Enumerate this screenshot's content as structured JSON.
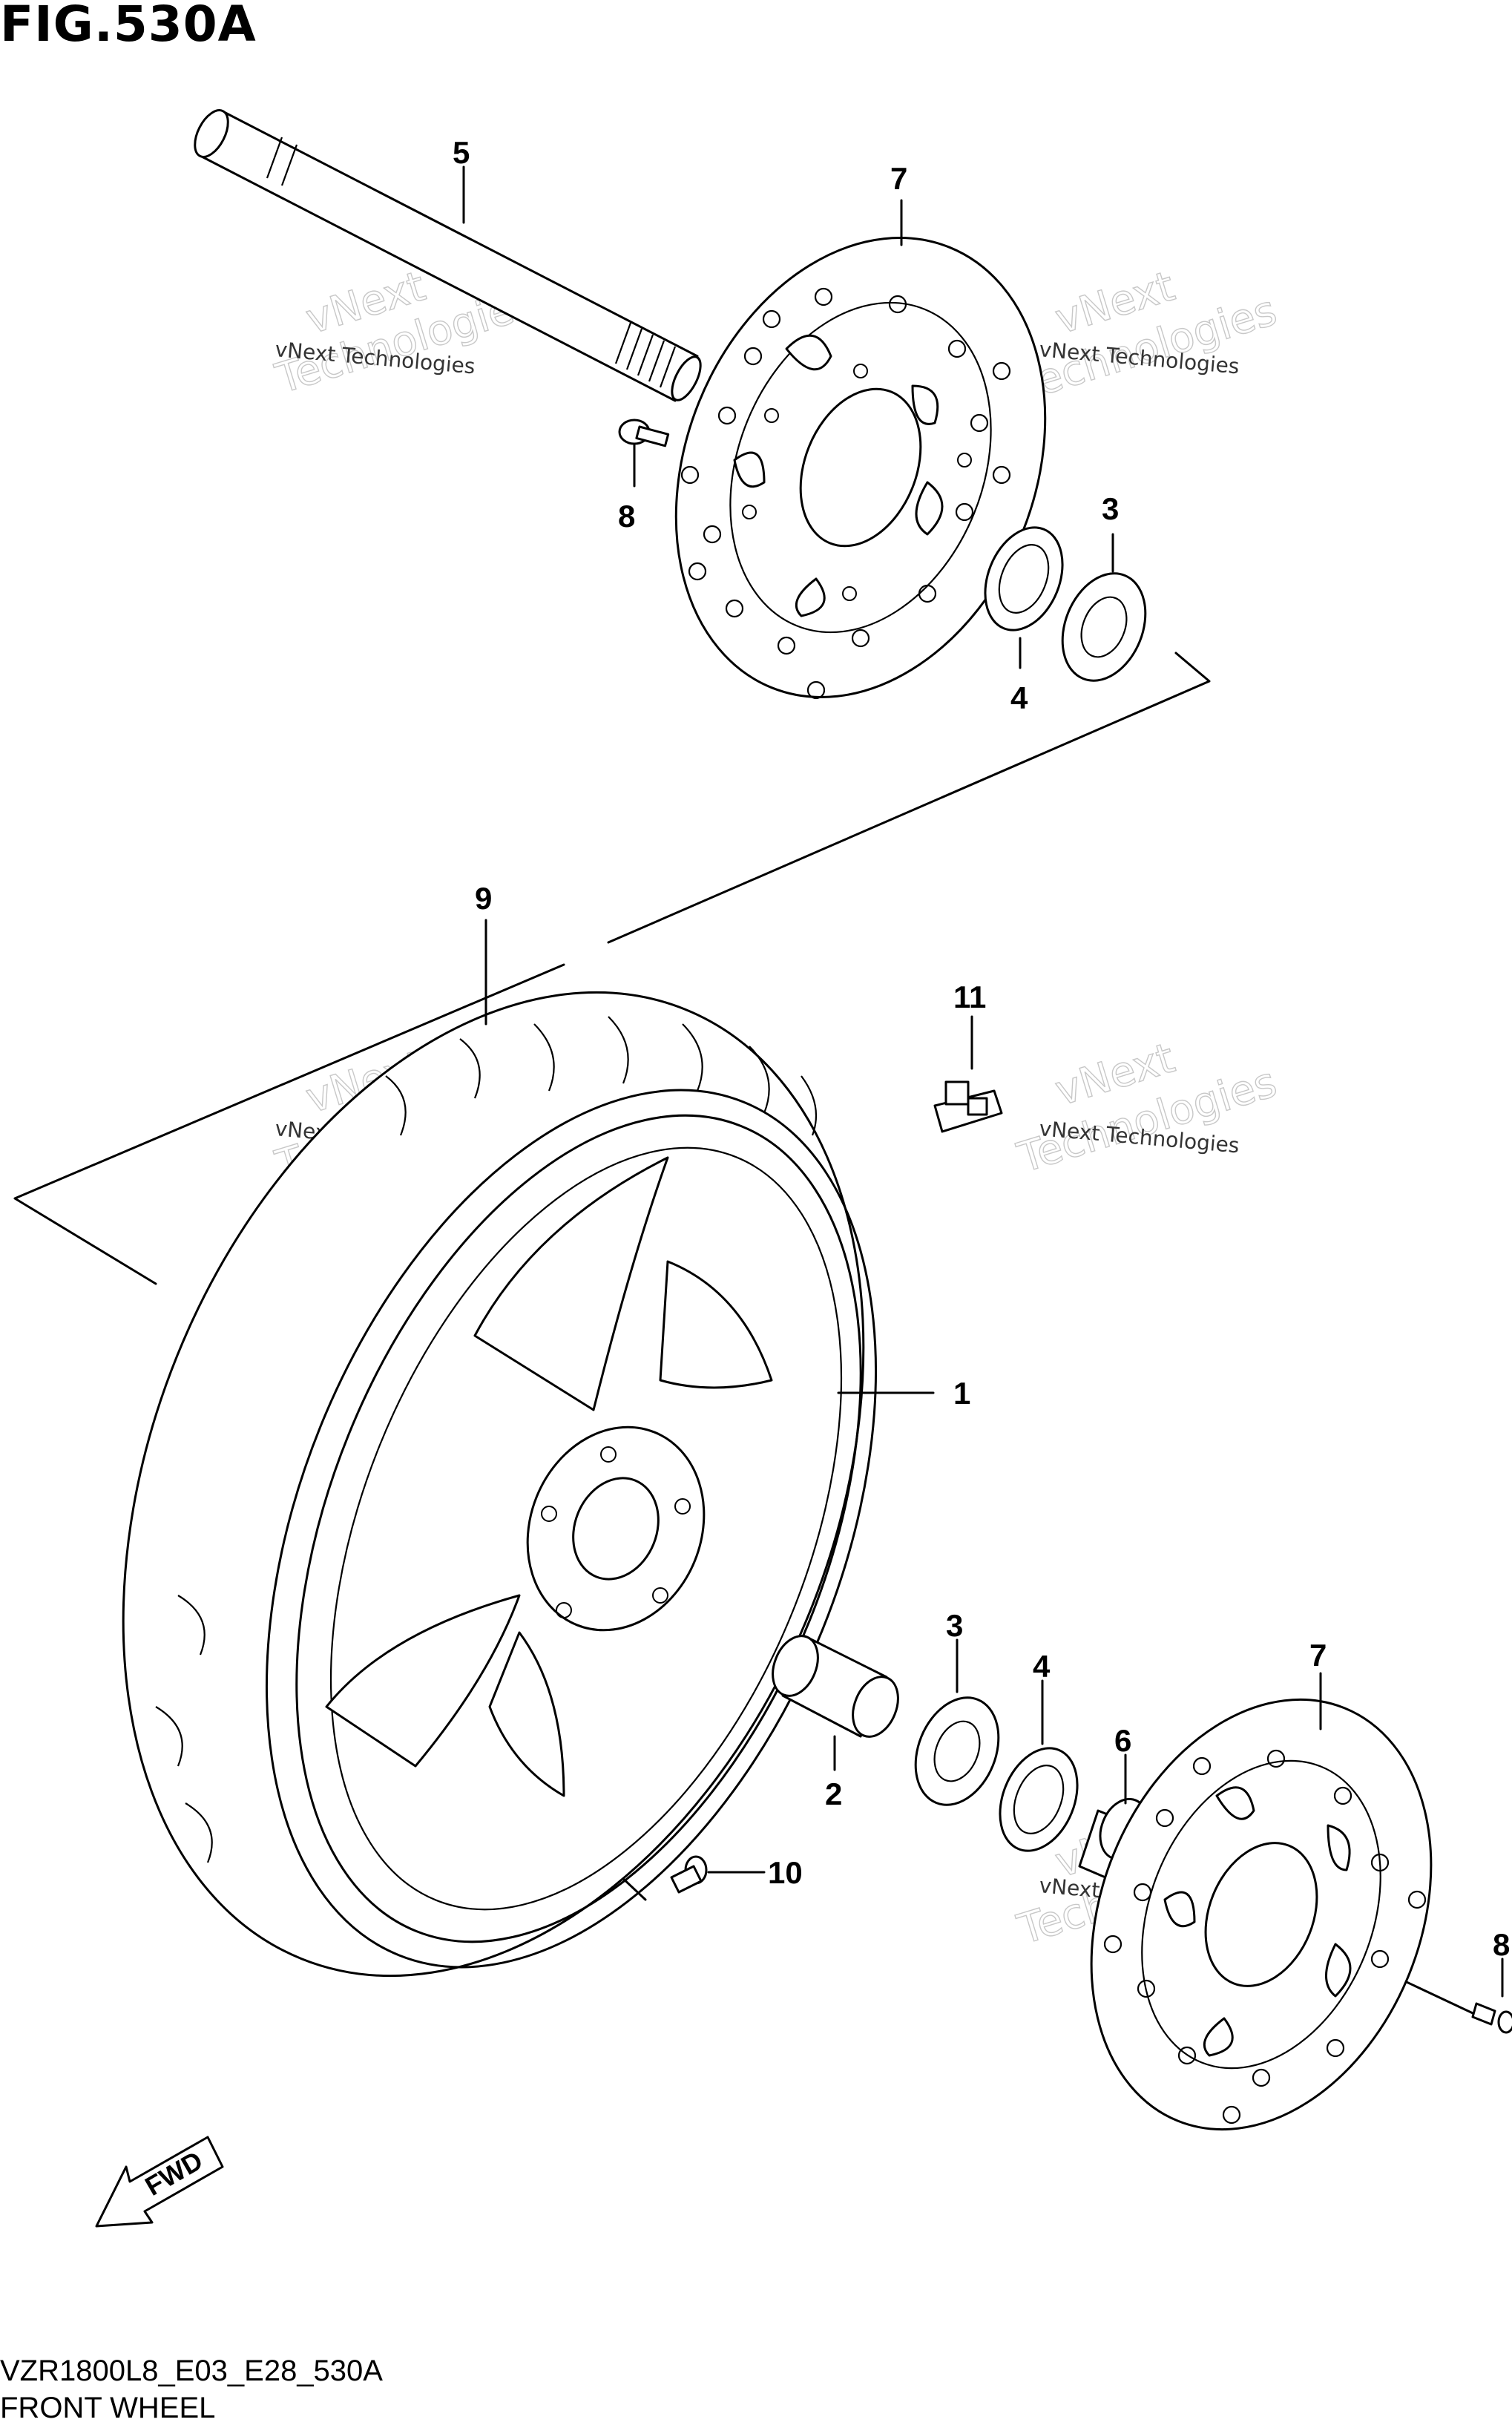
{
  "figure": {
    "title": "FIG.530A",
    "code": "VZR1800L8_E03_E28_530A",
    "caption": "FRONT WHEEL"
  },
  "watermark": {
    "line1": "vNext Technologies",
    "line2a": "vNext",
    "line2b": "Technologies"
  },
  "callouts": {
    "c1": "1",
    "c2": "2",
    "c3a": "3",
    "c3b": "3",
    "c4a": "4",
    "c4b": "4",
    "c5": "5",
    "c6": "6",
    "c7a": "7",
    "c7b": "7",
    "c8a": "8",
    "c8b": "8",
    "c9": "9",
    "c10": "10",
    "c11": "11"
  },
  "fwd_label": "FWD"
}
